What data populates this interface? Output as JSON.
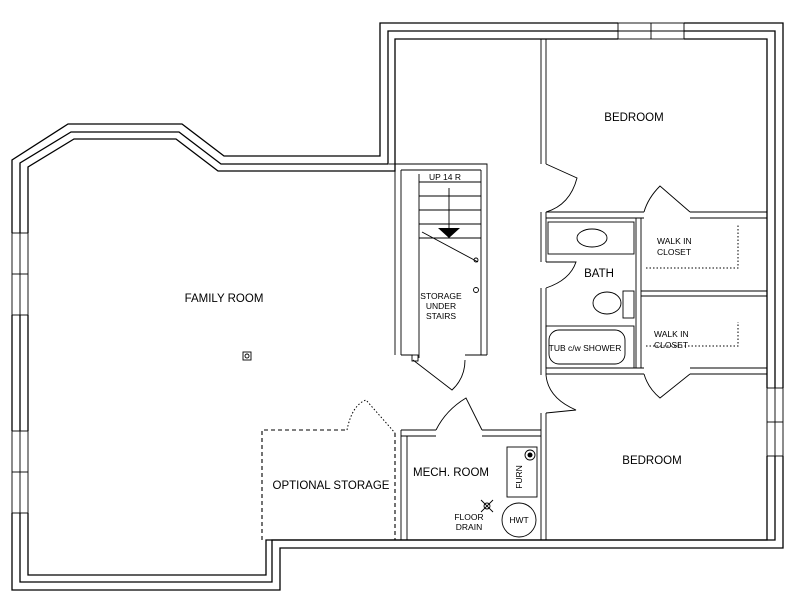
{
  "floor_plan": {
    "rooms": {
      "family_room": "FAMILY ROOM",
      "bedroom_top": "BEDROOM",
      "bedroom_bottom": "BEDROOM",
      "bath": "BATH",
      "walk_in_closet_top": [
        "WALK IN",
        "CLOSET"
      ],
      "walk_in_closet_bottom": [
        "WALK IN",
        "CLOSET"
      ],
      "storage_under_stairs": [
        "STORAGE",
        "UNDER",
        "STAIRS"
      ],
      "optional_storage": "OPTIONAL STORAGE",
      "mech_room": "MECH. ROOM"
    },
    "fixtures": {
      "stairs": "UP 14 R",
      "tub": "TUB c/w SHOWER",
      "furnace": "FURN",
      "water_heater": "HWT",
      "floor_drain": [
        "FLOOR",
        "DRAIN"
      ]
    }
  }
}
